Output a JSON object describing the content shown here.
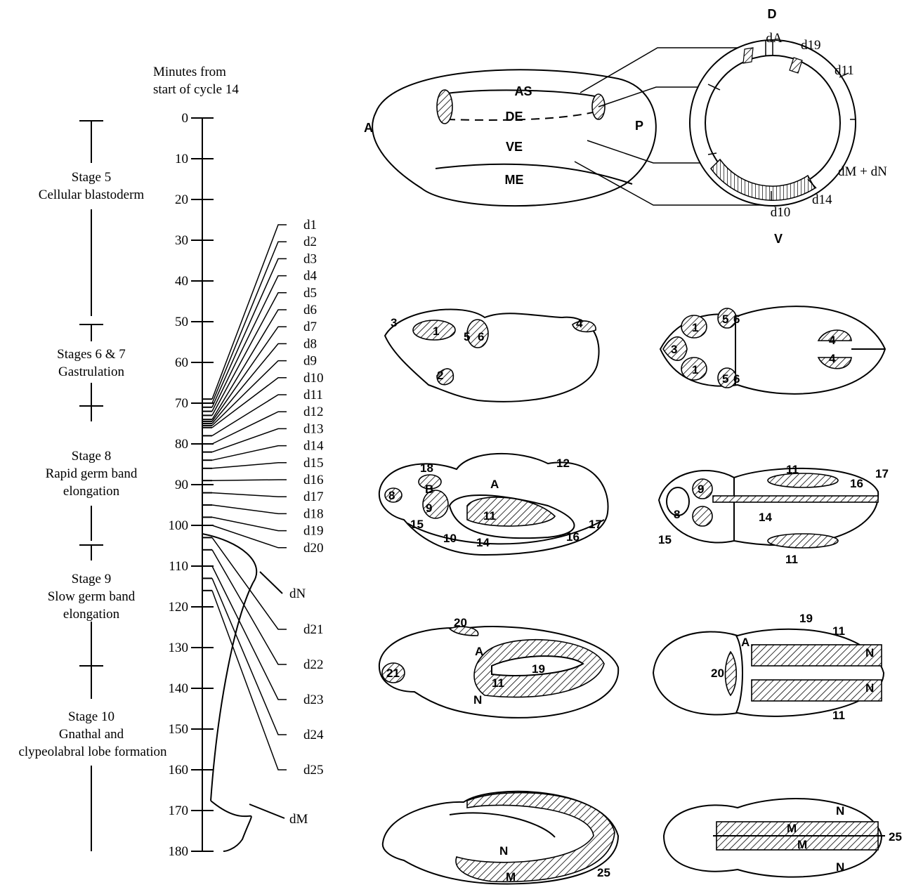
{
  "timeline": {
    "header_line1": "Minutes from",
    "header_line2": "start of cycle 14",
    "ticks": [
      "0",
      "10",
      "20",
      "30",
      "40",
      "50",
      "60",
      "70",
      "80",
      "90",
      "100",
      "110",
      "120",
      "130",
      "140",
      "150",
      "160",
      "170",
      "180"
    ],
    "stages": [
      {
        "lines": [
          "Stage 5",
          "Cellular blastoderm"
        ]
      },
      {
        "lines": [
          "Stages 6 & 7",
          "Gastrulation"
        ]
      },
      {
        "lines": [
          "Stage 8",
          "Rapid germ band",
          "elongation"
        ]
      },
      {
        "lines": [
          "Stage 9",
          "Slow germ band",
          "elongation"
        ]
      },
      {
        "lines": [
          "Stage 10",
          "Gnathal and",
          "clypeolabral lobe formation"
        ]
      }
    ],
    "domains": [
      {
        "label": "d1",
        "minute": 69
      },
      {
        "label": "d2",
        "minute": 70
      },
      {
        "label": "d3",
        "minute": 71
      },
      {
        "label": "d4",
        "minute": 72
      },
      {
        "label": "d5",
        "minute": 73
      },
      {
        "label": "d6",
        "minute": 74
      },
      {
        "label": "d7",
        "minute": 74.5
      },
      {
        "label": "d8",
        "minute": 75
      },
      {
        "label": "d9",
        "minute": 75.5
      },
      {
        "label": "d10",
        "minute": 76
      },
      {
        "label": "d11",
        "minute": 78
      },
      {
        "label": "d12",
        "minute": 80
      },
      {
        "label": "d13",
        "minute": 82
      },
      {
        "label": "d14",
        "minute": 84
      },
      {
        "label": "d15",
        "minute": 86
      },
      {
        "label": "d16",
        "minute": 89
      },
      {
        "label": "d17",
        "minute": 92
      },
      {
        "label": "d18",
        "minute": 95
      },
      {
        "label": "d19",
        "minute": 98
      },
      {
        "label": "d20",
        "minute": 100
      },
      {
        "label": "d21",
        "minute": 103
      },
      {
        "label": "d22",
        "minute": 106
      },
      {
        "label": "d23",
        "minute": 110
      },
      {
        "label": "d24",
        "minute": 113
      },
      {
        "label": "d25",
        "minute": 116
      }
    ],
    "dN_label": "dN",
    "dM_label": "dM"
  },
  "embryo_top": {
    "label_A": "A",
    "label_P": "P",
    "label_AS": "AS",
    "label_DE": "DE",
    "label_VE": "VE",
    "label_ME": "ME"
  },
  "cross_section": {
    "label_D": "D",
    "label_V": "V",
    "label_dA": "dA",
    "label_d19": "d19",
    "label_d11": "d11",
    "label_dMdN": "dM + dN",
    "label_d14": "d14",
    "label_d10": "d10"
  },
  "embryo_panels": {
    "row1_left": [
      "3",
      "1",
      "5",
      "6",
      "2",
      "4"
    ],
    "row1_right": [
      "3",
      "1",
      "1",
      "5",
      "6",
      "5",
      "6",
      "4",
      "4"
    ],
    "row2_left": [
      "18",
      "B",
      "9",
      "8",
      "A",
      "11",
      "12",
      "15",
      "10",
      "14",
      "17",
      "16"
    ],
    "row2_right": [
      "9",
      "8",
      "11",
      "16",
      "17",
      "14",
      "15",
      "11"
    ],
    "row3_left": [
      "20",
      "21",
      "A",
      "19",
      "11",
      "N"
    ],
    "row3_right": [
      "19",
      "11",
      "A",
      "20",
      "N",
      "N",
      "11"
    ],
    "row4_left": [
      "N",
      "M",
      "25"
    ],
    "row4_right": [
      "N",
      "M",
      "M",
      "25",
      "N"
    ]
  }
}
